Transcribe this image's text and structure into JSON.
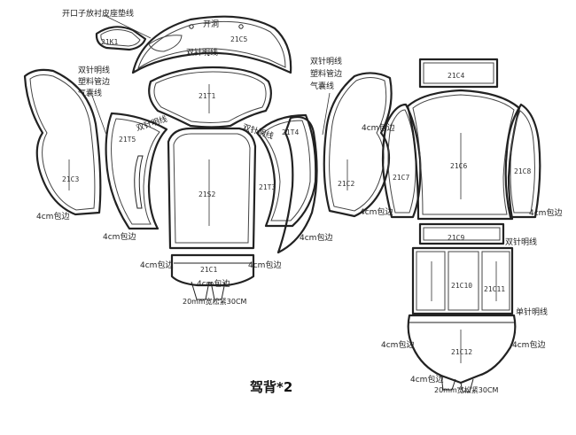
{
  "title": "驾背*2",
  "pieces": {
    "k1": "21K1",
    "c5": "21C5",
    "c4": "21C4",
    "t1": "21T1",
    "c3": "21C3",
    "t5": "21T5",
    "t4": "21T4",
    "s2": "21S2",
    "t3": "21T3",
    "c2": "21C2",
    "c7": "21C7",
    "c6": "21C6",
    "c8": "21C8",
    "c9": "21C9",
    "c1": "21C1",
    "c10": "21C10",
    "c11": "21C11",
    "c12": "21C12"
  },
  "notes": {
    "opening_note": "开口子放衬皮座垫线",
    "open_hole": "开洞",
    "double_top": "双针明线",
    "double_left": "双针明线",
    "plastic_left": "塑料管边",
    "airbag_left": "气囊线",
    "double_right": "双针明线",
    "plastic_right": "塑料管边",
    "airbag_right": "气囊线",
    "double_t5": "双针明线",
    "double_t4": "双针明线",
    "wrap_c3": "4cm包边",
    "wrap_t5": "4cm包边",
    "wrap_t3": "4cm包边",
    "wrap_c1_left": "4cm包边",
    "wrap_c1_right": "4cm包边",
    "wrap_c1_bottom": "4cm包边",
    "loose_c1": "20mm宽松紧30CM",
    "wrap_c2": "4cm包边",
    "wrap_c6": "4cm包边",
    "wrap_c8": "4cm包边",
    "double_c9": "双针明线",
    "single_c10": "单针明线",
    "wrap_c12_left": "4cm包边",
    "wrap_c12_right": "4cm包边",
    "wrap_c12_bottom": "4cm包边",
    "loose_c12": "20mm宽松紧30CM"
  },
  "colors": {
    "line": "#222222",
    "paper": "#ffffff"
  }
}
